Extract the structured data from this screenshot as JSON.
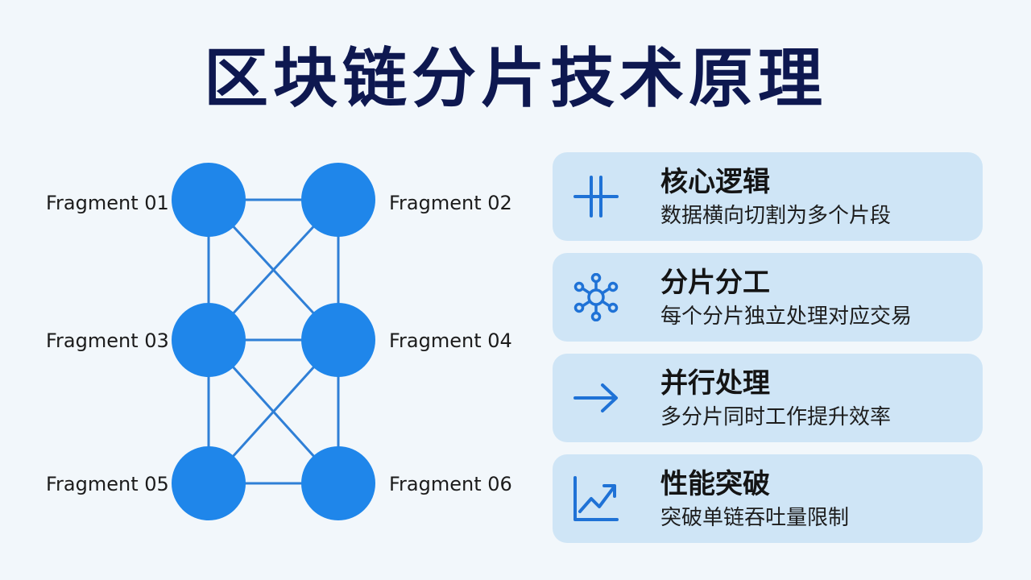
{
  "title": "区块链分片技术原理",
  "network": {
    "nodes": [
      {
        "id": "n1",
        "label": "Fragment 01"
      },
      {
        "id": "n2",
        "label": "Fragment 02"
      },
      {
        "id": "n3",
        "label": "Fragment 03"
      },
      {
        "id": "n4",
        "label": "Fragment 04"
      },
      {
        "id": "n5",
        "label": "Fragment 05"
      },
      {
        "id": "n6",
        "label": "Fragment 06"
      }
    ],
    "edges": [
      [
        "n1",
        "n2"
      ],
      [
        "n1",
        "n3"
      ],
      [
        "n1",
        "n4"
      ],
      [
        "n2",
        "n3"
      ],
      [
        "n2",
        "n4"
      ],
      [
        "n3",
        "n4"
      ],
      [
        "n3",
        "n5"
      ],
      [
        "n3",
        "n6"
      ],
      [
        "n4",
        "n5"
      ],
      [
        "n4",
        "n6"
      ],
      [
        "n5",
        "n6"
      ]
    ],
    "colors": {
      "node": "#1f86ea",
      "edge": "#2f7fd6"
    }
  },
  "cards": [
    {
      "icon": "split-lines-icon",
      "title": "核心逻辑",
      "desc": "数据横向切割为多个片段"
    },
    {
      "icon": "network-hub-icon",
      "title": "分片分工",
      "desc": "每个分片独立处理对应交易"
    },
    {
      "icon": "arrow-right-icon",
      "title": "并行处理",
      "desc": "多分片同时工作提升效率"
    },
    {
      "icon": "trend-chart-icon",
      "title": "性能突破",
      "desc": "突破单链吞吐量限制"
    }
  ],
  "colors": {
    "title": "#0e1850",
    "card_bg": "#cfe5f6",
    "icon": "#1f72d6"
  }
}
